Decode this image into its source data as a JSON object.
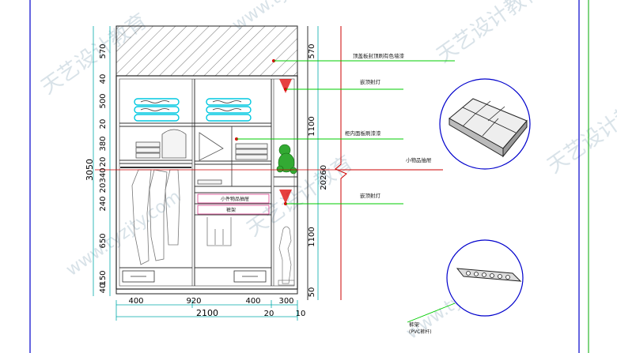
{
  "watermark": {
    "text_cn": "天艺设计教育",
    "text_url": "www.tyzjty.com",
    "color": "#b8cbd6"
  },
  "colors": {
    "frame_blue": "#0000cc",
    "dim_cyan": "#00aaaa",
    "label_green": "#00cc00",
    "red": "#dd0000",
    "magenta": "#cc0066",
    "item_cyan": "#00c8e0"
  },
  "left_dims": [
    "570",
    "40",
    "500",
    "20",
    "380",
    "20",
    "340",
    "20",
    "240",
    "650",
    "150",
    "40"
  ],
  "total_height": "3050",
  "right_dims": [
    "570",
    "1100",
    "1100",
    "50"
  ],
  "right_total": {
    "a": "2026",
    "b": "0"
  },
  "bottom_dims": {
    "d400a": "400",
    "d920": "920",
    "d400b": "400",
    "d300": "300"
  },
  "bottom_total": {
    "total": "2100",
    "twenty": "20",
    "ten": "10"
  },
  "labels": {
    "top_board": "顶盖板封顶刷有色墙漆",
    "light_top": "嵌顶射灯",
    "inner_paint": "柜内面板刷漆漆",
    "light_mid": "嵌顶射灯",
    "small_drawer": "小件物品抽屉",
    "small_drawer_right": "小物品抽屉",
    "pants_rack": "裤架",
    "rack_title": "裤架",
    "rack_sub": "(PVC裤杆)"
  }
}
